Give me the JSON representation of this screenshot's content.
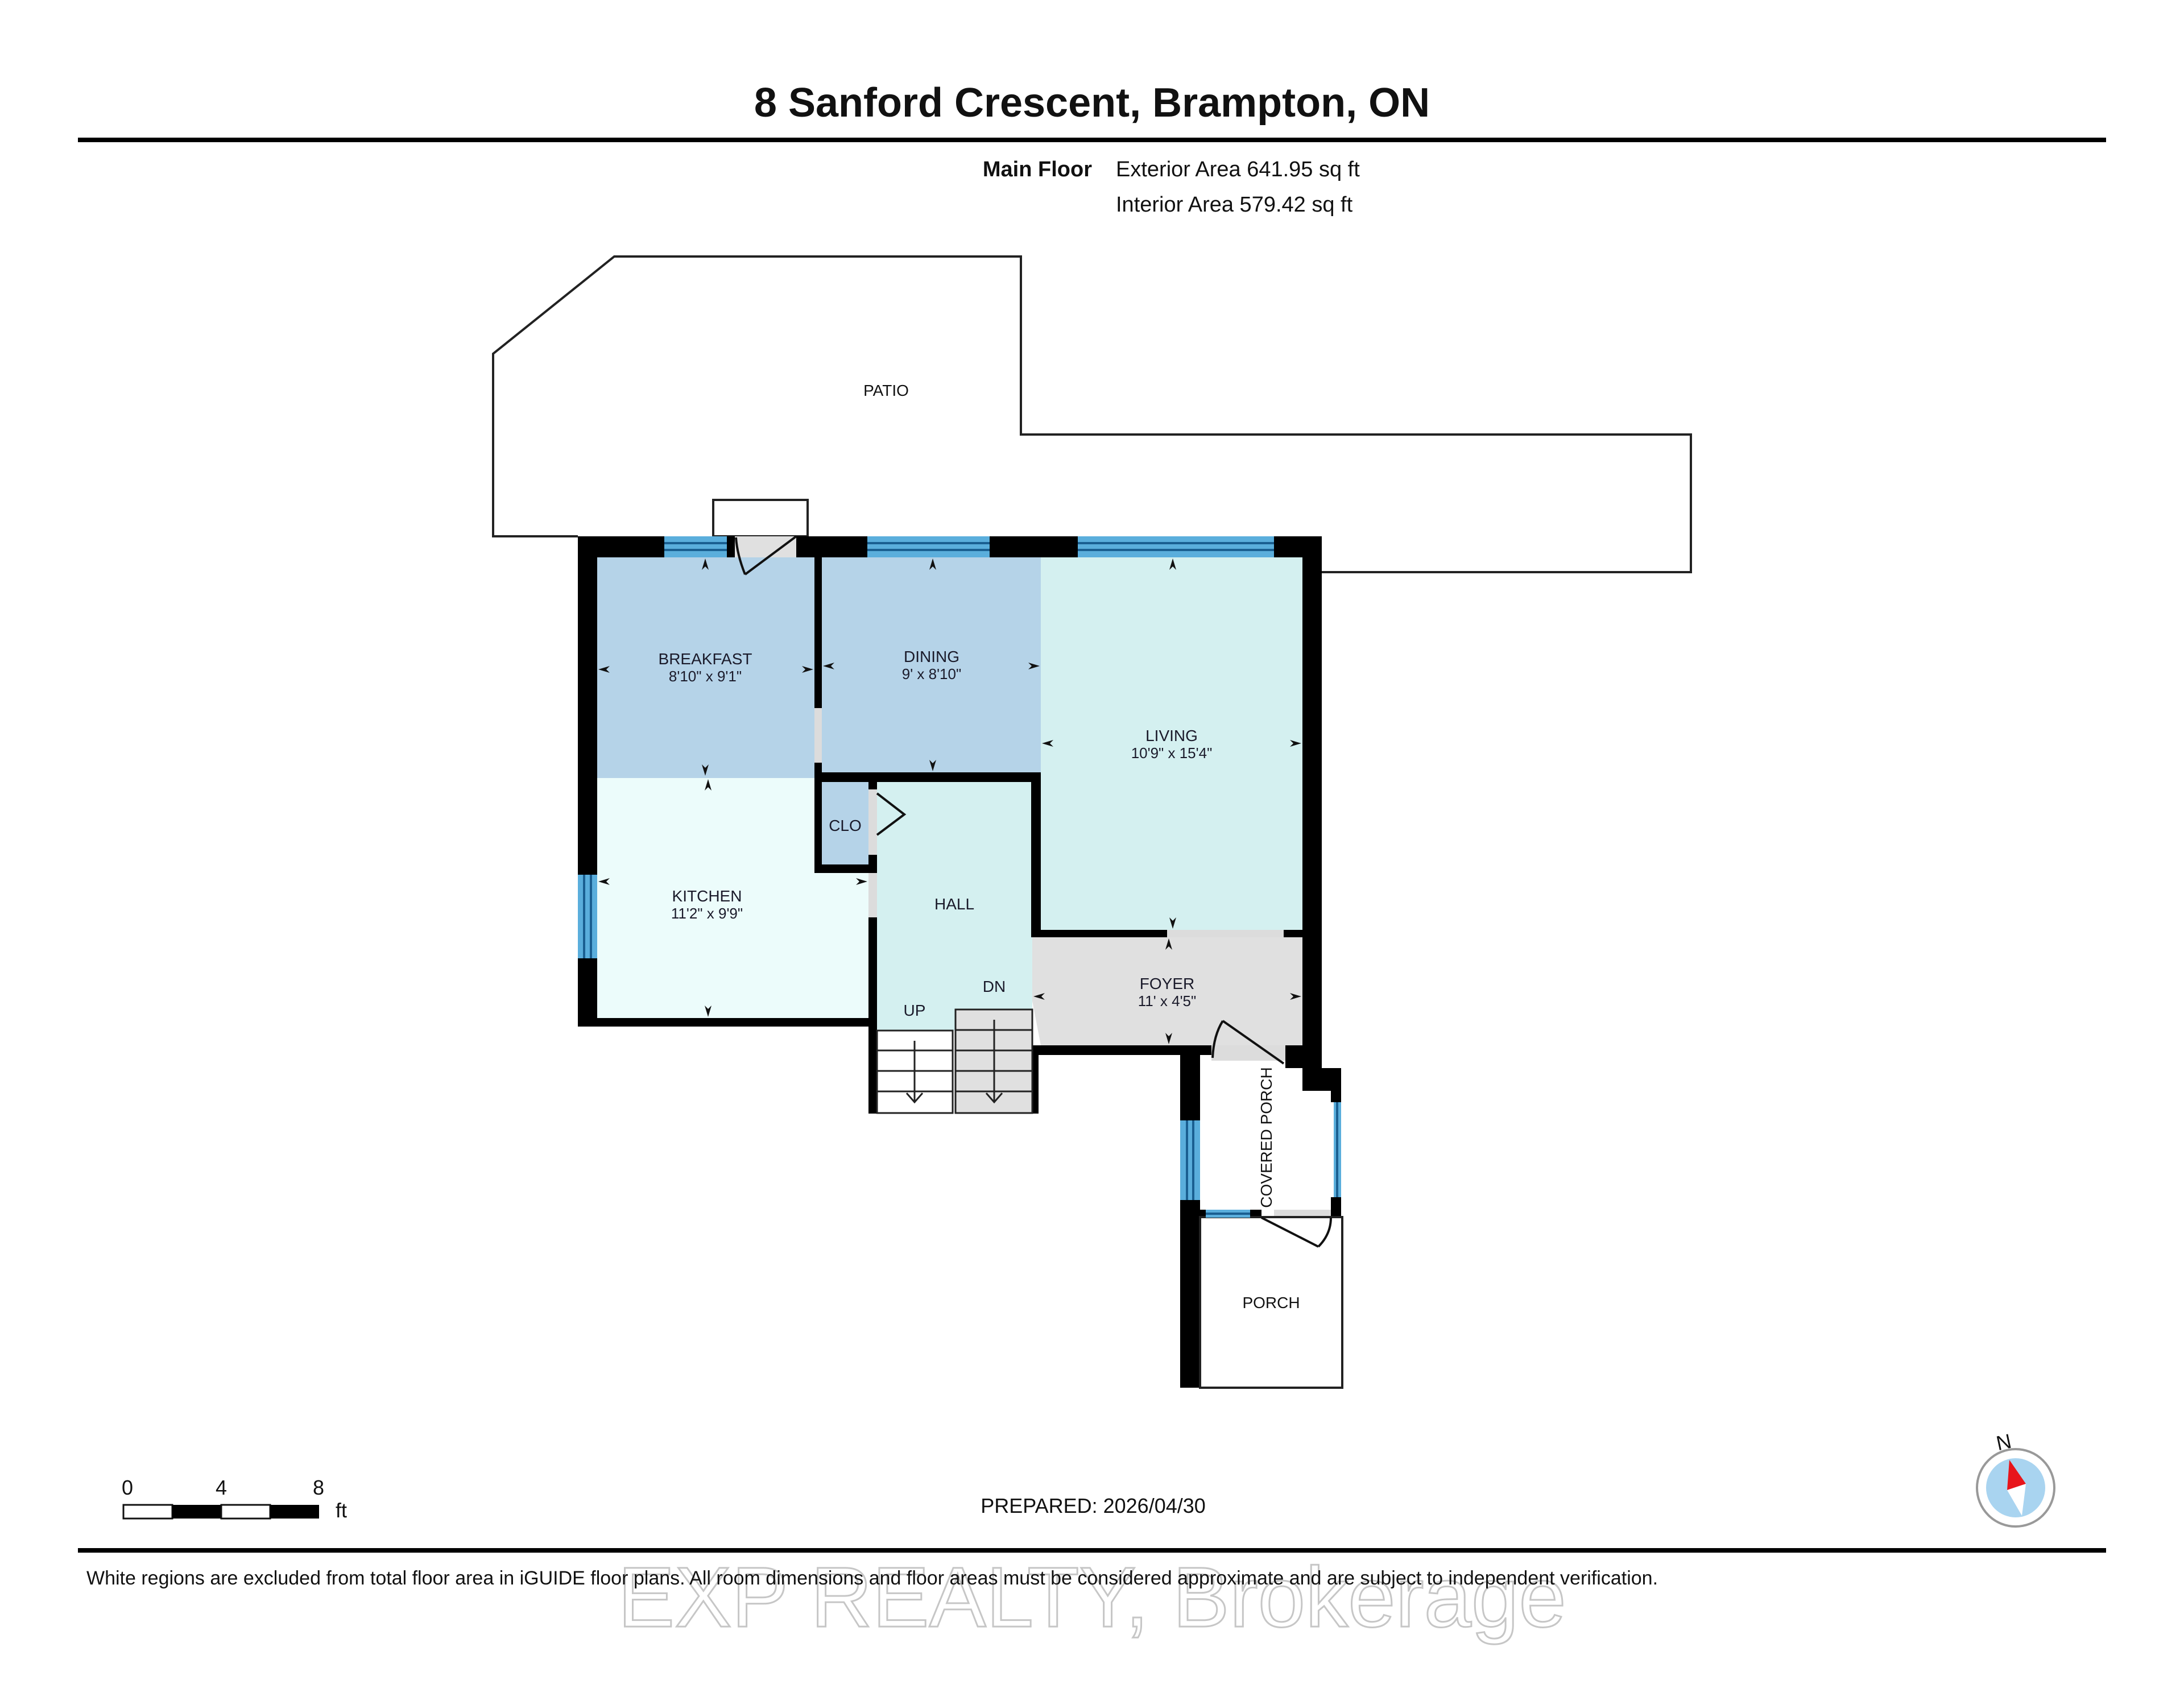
{
  "header": {
    "title": "8 Sanford Crescent, Brampton, ON",
    "floor_label": "Main Floor",
    "exterior_area": "Exterior Area 641.95 sq ft",
    "interior_area": "Interior Area 579.42 sq ft"
  },
  "rooms": {
    "patio": {
      "name": "PATIO"
    },
    "breakfast": {
      "name": "BREAKFAST",
      "dim": "8'10\" x 9'1\"",
      "color": "#b5d3e8"
    },
    "dining": {
      "name": "DINING",
      "dim": "9' x 8'10\"",
      "color": "#b5d3e8"
    },
    "living": {
      "name": "LIVING",
      "dim": "10'9\" x 15'4\"",
      "color": "#d4f0f0"
    },
    "kitchen": {
      "name": "KITCHEN",
      "dim": "11'2\" x 9'9\"",
      "color": "#ecfcfb"
    },
    "closet": {
      "name": "CLO",
      "color": "#b5d3e8"
    },
    "hall": {
      "name": "HALL",
      "color": "#d4f0f0"
    },
    "foyer": {
      "name": "FOYER",
      "dim": "11' x 4'5\"",
      "color": "#e0e0e0"
    },
    "covered_porch": {
      "name": "COVERED PORCH"
    },
    "porch": {
      "name": "PORCH"
    }
  },
  "stairs": {
    "up_label": "UP",
    "down_label": "DN"
  },
  "scale_bar": {
    "ticks": [
      "0",
      "4",
      "8"
    ],
    "unit": "ft"
  },
  "prepared": "PREPARED: 2026/04/30",
  "compass": {
    "label": "N",
    "needle_color": "#e8151b",
    "face_color": "#a9d4f0"
  },
  "footer": {
    "disclaimer": "White regions are excluded from total floor area in iGUIDE floor plans. All room dimensions and floor areas must be considered approximate and are subject to independent verification.",
    "watermark": "EXP REALTY, Brokerage"
  },
  "colors": {
    "window": "#5aaedc",
    "wall": "#000000"
  }
}
